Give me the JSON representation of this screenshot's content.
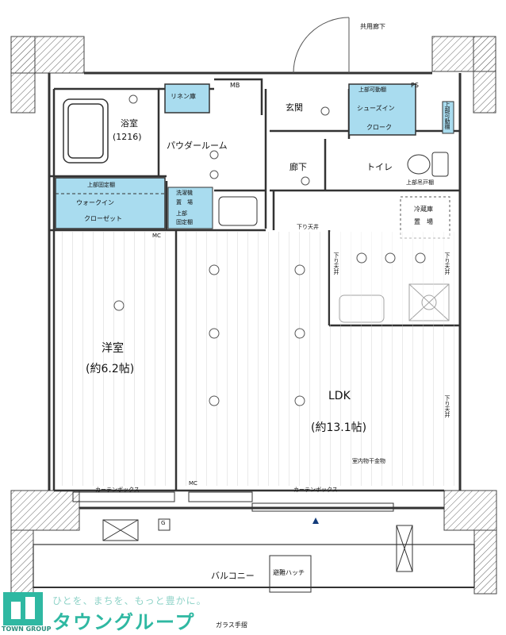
{
  "labels": {
    "common_corridor": "共用廊下",
    "mb": "MB",
    "ps": "PS",
    "linen": "リネン庫",
    "bath": "浴室",
    "bath_size": "(1216)",
    "powder": "パウダールーム",
    "entrance": "玄関",
    "shoes_upper": "上部可動棚",
    "shoes_1": "シューズイン",
    "shoes_2": "クローク",
    "upper_shelf_side": "上部可動棚",
    "hallway": "廊下",
    "toilet": "トイレ",
    "upper_cabinet": "上部吊戸棚",
    "upper_fixed_shelf": "上部固定棚",
    "walkin_1": "ウォークイン",
    "walkin_2": "クローゼット",
    "washer_1": "洗濯機",
    "washer_2": "置　場",
    "washer_upper_1": "上部",
    "washer_upper_2": "固定棚",
    "fridge_1": "冷蔵庫",
    "fridge_2": "置　場",
    "drop_ceiling_1": "下り天井",
    "drop_ceiling_2": "下り天井",
    "drop_ceiling_3": "下り天井",
    "drop_ceiling_4": "下り天井",
    "western_room": "洋室",
    "western_size": "(約6.2帖)",
    "ldk": "LDK",
    "ldk_size": "(約13.1帖)",
    "dryer": "室内物干金物",
    "curtain_box_1": "カーテンボックス",
    "curtain_box_2": "カーテンボックス",
    "mc_1": "MC",
    "mc_2": "MC",
    "g_mark": "G",
    "balcony": "バルコニー",
    "hatch": "避難ハッチ",
    "glass_rail": "ガラス手摺"
  },
  "footer": {
    "slogan": "ひとを、まちを、もっと豊かに。",
    "brand": "タウングループ",
    "logo_text": "TOWN GROUP"
  },
  "colors": {
    "wall": "#cfcfcf",
    "closet_fill": "#a9dcef",
    "floor_line": "#c4c4c4",
    "brand": "#2fb8a2"
  }
}
